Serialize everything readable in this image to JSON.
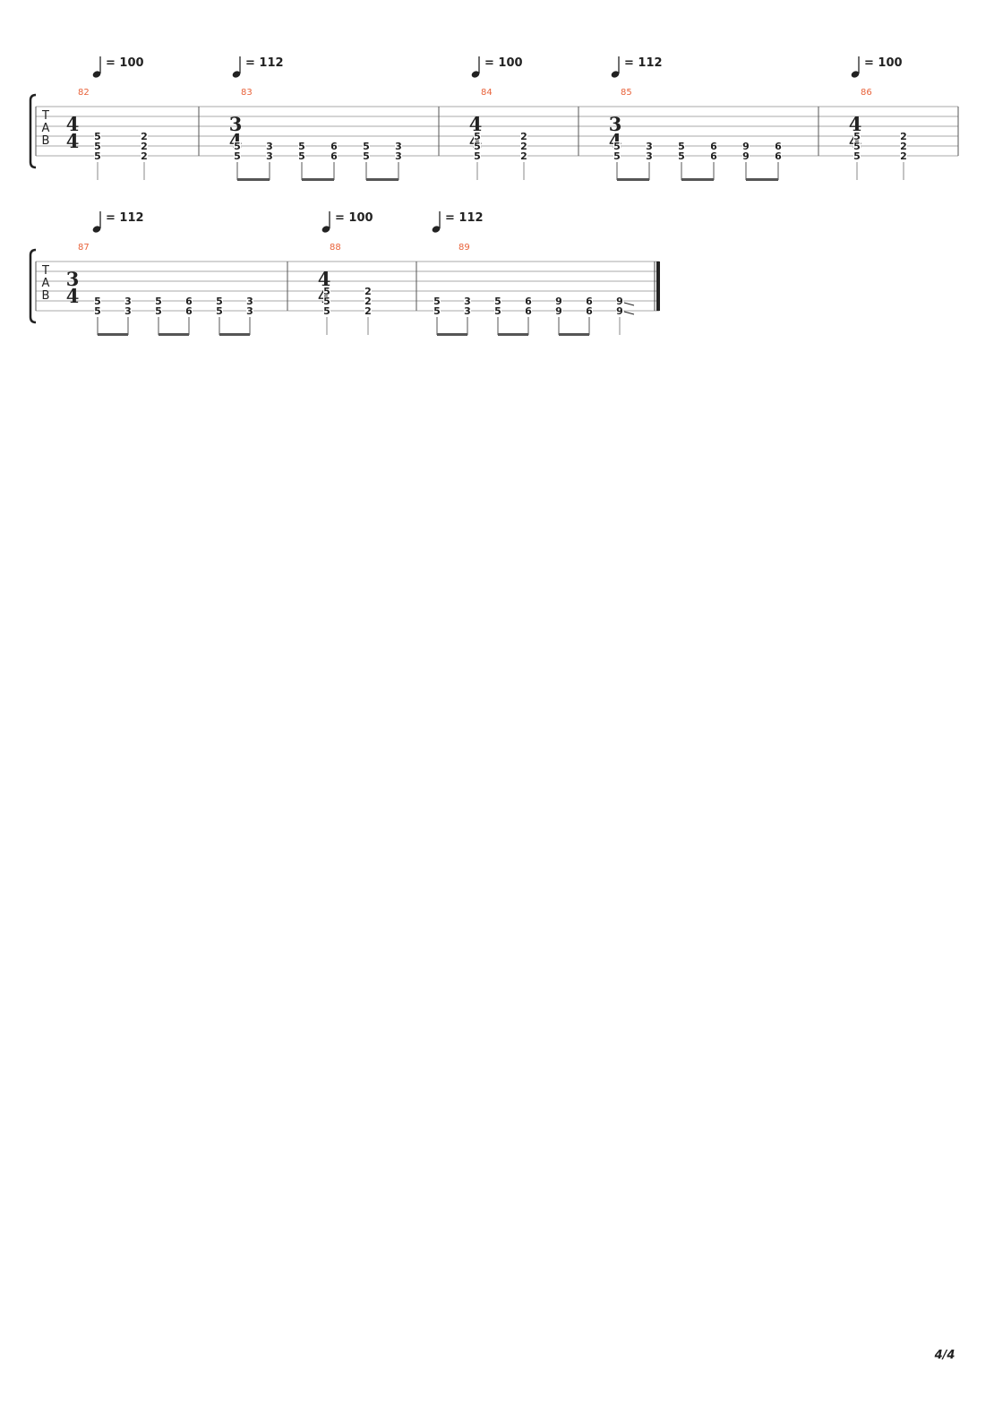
{
  "page_number": "4/4",
  "tab_clef": [
    "T",
    "A",
    "B"
  ],
  "systems": [
    {
      "measures": [
        {
          "number": "82",
          "tempo": "= 100",
          "time_signature": [
            "4",
            "4"
          ],
          "beats": [
            {
              "notes": [
                "5",
                "5",
                "5"
              ],
              "strings": [
                4,
                5,
                6
              ],
              "rhythm": "quarter"
            },
            {
              "notes": [
                "2",
                "2",
                "2"
              ],
              "strings": [
                4,
                5,
                6
              ],
              "rhythm": "quarter"
            }
          ]
        },
        {
          "number": "83",
          "tempo": "= 112",
          "time_signature": [
            "3",
            "4"
          ],
          "beats": [
            {
              "notes": [
                "5",
                "5"
              ],
              "strings": [
                5,
                6
              ],
              "rhythm": "eighth"
            },
            {
              "notes": [
                "3",
                "3"
              ],
              "strings": [
                5,
                6
              ],
              "rhythm": "eighth"
            },
            {
              "notes": [
                "5",
                "5"
              ],
              "strings": [
                5,
                6
              ],
              "rhythm": "eighth"
            },
            {
              "notes": [
                "6",
                "6"
              ],
              "strings": [
                5,
                6
              ],
              "rhythm": "eighth"
            },
            {
              "notes": [
                "5",
                "5"
              ],
              "strings": [
                5,
                6
              ],
              "rhythm": "eighth"
            },
            {
              "notes": [
                "3",
                "3"
              ],
              "strings": [
                5,
                6
              ],
              "rhythm": "eighth"
            }
          ]
        },
        {
          "number": "84",
          "tempo": "= 100",
          "time_signature": [
            "4",
            "4"
          ],
          "beats": [
            {
              "notes": [
                "5",
                "5",
                "5"
              ],
              "strings": [
                4,
                5,
                6
              ],
              "rhythm": "quarter"
            },
            {
              "notes": [
                "2",
                "2",
                "2"
              ],
              "strings": [
                4,
                5,
                6
              ],
              "rhythm": "quarter"
            }
          ]
        },
        {
          "number": "85",
          "tempo": "= 112",
          "time_signature": [
            "3",
            "4"
          ],
          "beats": [
            {
              "notes": [
                "5",
                "5"
              ],
              "strings": [
                5,
                6
              ],
              "rhythm": "eighth"
            },
            {
              "notes": [
                "3",
                "3"
              ],
              "strings": [
                5,
                6
              ],
              "rhythm": "eighth"
            },
            {
              "notes": [
                "5",
                "5"
              ],
              "strings": [
                5,
                6
              ],
              "rhythm": "eighth"
            },
            {
              "notes": [
                "6",
                "6"
              ],
              "strings": [
                5,
                6
              ],
              "rhythm": "eighth"
            },
            {
              "notes": [
                "9",
                "9"
              ],
              "strings": [
                5,
                6
              ],
              "rhythm": "eighth"
            },
            {
              "notes": [
                "6",
                "6"
              ],
              "strings": [
                5,
                6
              ],
              "rhythm": "eighth"
            }
          ]
        },
        {
          "number": "86",
          "tempo": "= 100",
          "time_signature": [
            "4",
            "4"
          ],
          "beats": [
            {
              "notes": [
                "5",
                "5",
                "5"
              ],
              "strings": [
                4,
                5,
                6
              ],
              "rhythm": "quarter"
            },
            {
              "notes": [
                "2",
                "2",
                "2"
              ],
              "strings": [
                4,
                5,
                6
              ],
              "rhythm": "quarter"
            }
          ]
        }
      ]
    },
    {
      "measures": [
        {
          "number": "87",
          "tempo": "= 112",
          "time_signature": [
            "3",
            "4"
          ],
          "beats": [
            {
              "notes": [
                "5",
                "5"
              ],
              "strings": [
                5,
                6
              ],
              "rhythm": "eighth"
            },
            {
              "notes": [
                "3",
                "3"
              ],
              "strings": [
                5,
                6
              ],
              "rhythm": "eighth"
            },
            {
              "notes": [
                "5",
                "5"
              ],
              "strings": [
                5,
                6
              ],
              "rhythm": "eighth"
            },
            {
              "notes": [
                "6",
                "6"
              ],
              "strings": [
                5,
                6
              ],
              "rhythm": "eighth"
            },
            {
              "notes": [
                "5",
                "5"
              ],
              "strings": [
                5,
                6
              ],
              "rhythm": "eighth"
            },
            {
              "notes": [
                "3",
                "3"
              ],
              "strings": [
                5,
                6
              ],
              "rhythm": "eighth"
            }
          ]
        },
        {
          "number": "88",
          "tempo": "= 100",
          "time_signature": [
            "4",
            "4"
          ],
          "beats": [
            {
              "notes": [
                "5",
                "5",
                "5"
              ],
              "strings": [
                4,
                5,
                6
              ],
              "rhythm": "quarter"
            },
            {
              "notes": [
                "2",
                "2",
                "2"
              ],
              "strings": [
                4,
                5,
                6
              ],
              "rhythm": "quarter"
            }
          ]
        },
        {
          "number": "89",
          "tempo": "= 112",
          "time_signature": null,
          "beats": [
            {
              "notes": [
                "5",
                "5"
              ],
              "strings": [
                5,
                6
              ],
              "rhythm": "eighth"
            },
            {
              "notes": [
                "3",
                "3"
              ],
              "strings": [
                5,
                6
              ],
              "rhythm": "eighth"
            },
            {
              "notes": [
                "5",
                "5"
              ],
              "strings": [
                5,
                6
              ],
              "rhythm": "eighth"
            },
            {
              "notes": [
                "6",
                "6"
              ],
              "strings": [
                5,
                6
              ],
              "rhythm": "eighth"
            },
            {
              "notes": [
                "9",
                "9"
              ],
              "strings": [
                5,
                6
              ],
              "rhythm": "eighth"
            },
            {
              "notes": [
                "6",
                "6"
              ],
              "strings": [
                5,
                6
              ],
              "rhythm": "eighth"
            },
            {
              "notes": [
                "9",
                "9"
              ],
              "strings": [
                5,
                6
              ],
              "rhythm": "quarter",
              "slide_out": true
            }
          ]
        }
      ]
    }
  ]
}
